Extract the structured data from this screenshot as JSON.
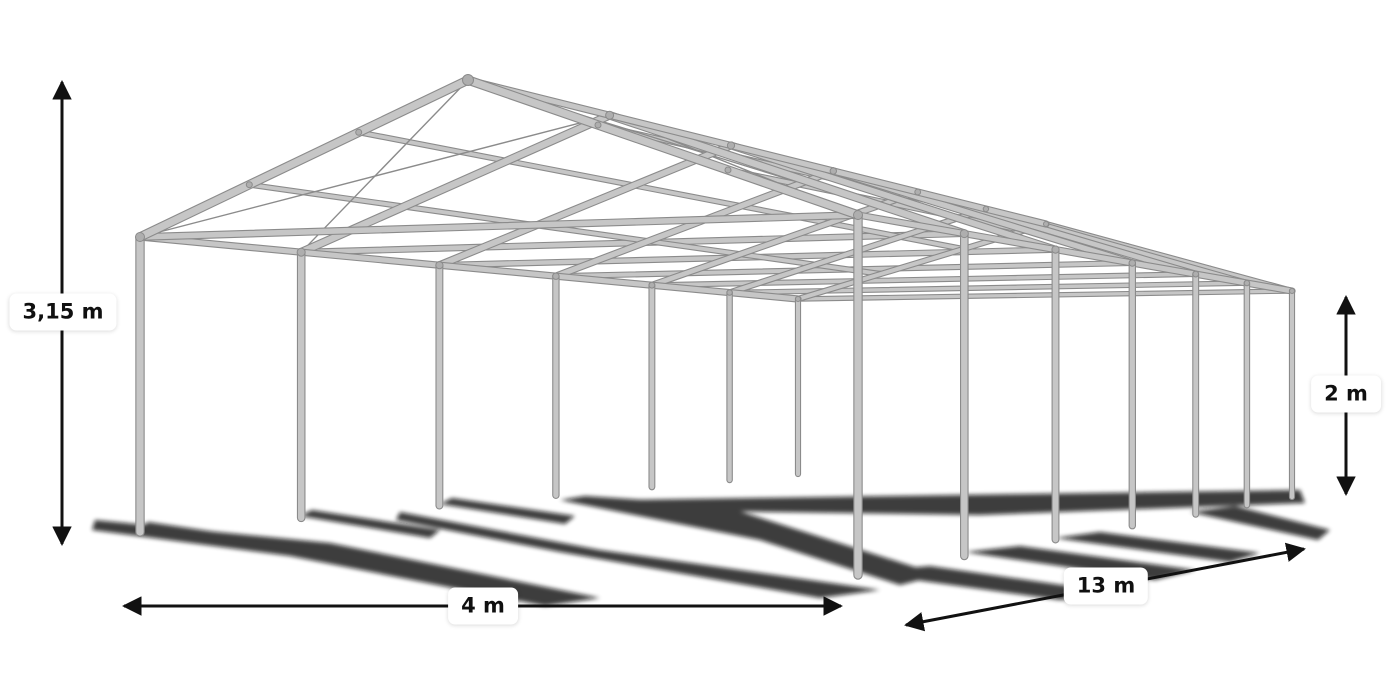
{
  "dimensions": {
    "ridge_height": "3,15 m",
    "eave_height": "2 m",
    "width": "4 m",
    "length": "13 m"
  },
  "colors": {
    "background": "#ffffff",
    "frame_light": "#c6c6c6",
    "frame_dark": "#8b8b8b",
    "joint": "#aeaeae",
    "shadow": "#0d0d0d",
    "dimension": "#111111",
    "label_background": "#ffffff",
    "label_text": "#101010"
  }
}
